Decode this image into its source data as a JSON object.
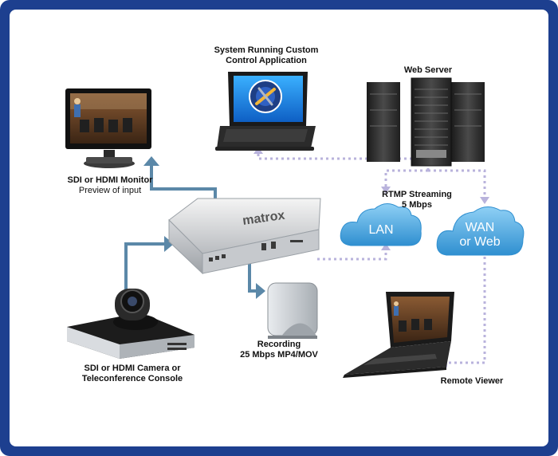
{
  "labels": {
    "control_app_line1": "System Running Custom",
    "control_app_line2": "Control Application",
    "web_server": "Web Server",
    "monitor_line1": "SDI or HDMI Monitor",
    "monitor_line2": "Preview of input",
    "rtmp_line1": "RTMP Streaming",
    "rtmp_line2": "5 Mbps",
    "recording_line1": "Recording",
    "recording_line2": "25 Mbps MP4/MOV",
    "camera_line1": "SDI or HDMI Camera or",
    "camera_line2": "Teleconference Console",
    "remote_viewer": "Remote Viewer"
  },
  "clouds": {
    "lan": "LAN",
    "wan_line1": "WAN",
    "wan_line2": "or Web"
  },
  "device": {
    "brand": "matrox"
  },
  "colors": {
    "frame": "#1d3f8f",
    "solid_arrow": "#5b88a8",
    "dotted_arrow": "#b9b3dc",
    "cloud": "#3fa2dc"
  }
}
